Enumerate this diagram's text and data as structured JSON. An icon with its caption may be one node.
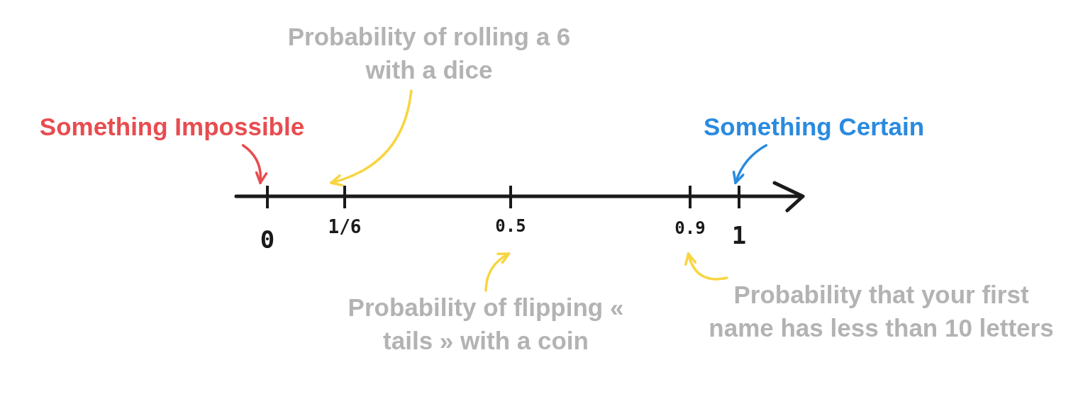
{
  "diagram": {
    "nodes": [
      {
        "text": [
          "Probability of rolling a 6 with a dice"
        ]
      },
      {
        "text": [
          "Something Impossible"
        ]
      },
      {
        "text": [
          "Something Certain"
        ]
      },
      {
        "text": [],
        "shape": "bar",
        "beside": [
          "0"
        ]
      },
      {
        "text": [],
        "shape": "bar",
        "beside": [
          "1/6"
        ]
      },
      {
        "text": [],
        "shape": "bar",
        "beside": [
          "0.5"
        ]
      },
      {
        "text": [],
        "shape": "bar",
        "beside": [
          "0.9"
        ]
      },
      {
        "text": [],
        "shape": "bar",
        "beside": [
          "1"
        ]
      },
      {
        "text": [
          "Probability of flipping « tails » with a coin"
        ]
      },
      {
        "text": [
          "Probability that your first name has less than 10 letters"
        ]
      }
    ],
    "edges": [
      {
        "from": 0,
        "to": 4,
        "arrow": "to"
      },
      {
        "from": 1,
        "to": 3,
        "arrow": "to",
        "color": "#e84c4f"
      },
      {
        "from": 2,
        "to": 7,
        "arrow": "to",
        "color": "#2a8ae0"
      },
      {
        "from": 8,
        "to": 5,
        "arrow": "to"
      },
      {
        "from": 9,
        "to": 6,
        "arrow": "to"
      }
    ]
  }
}
